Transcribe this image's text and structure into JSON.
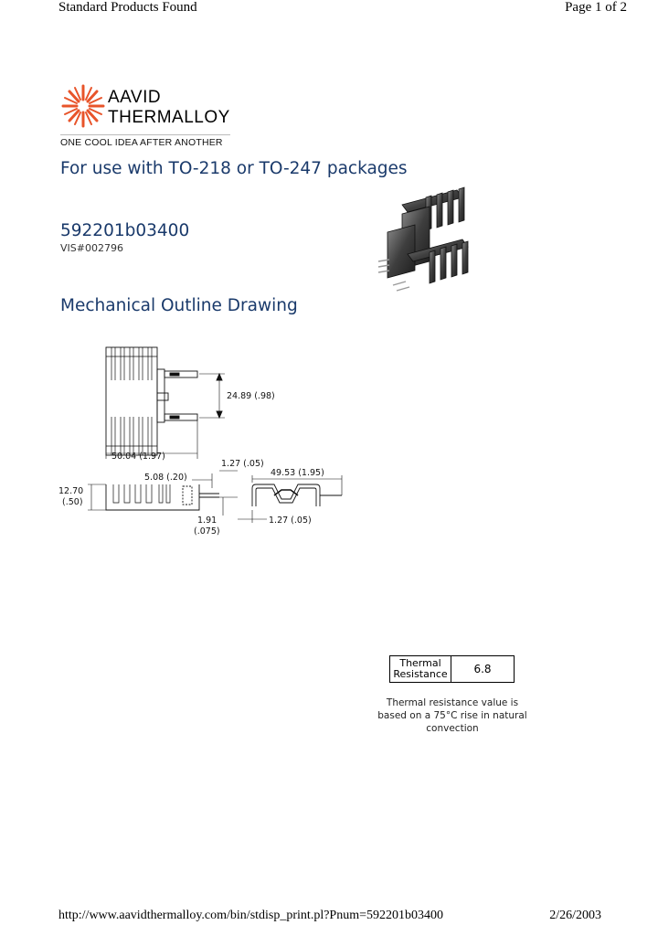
{
  "header": {
    "left": "Standard Products Found",
    "right": "Page 1 of 2"
  },
  "logo": {
    "line1": "AAVID",
    "line2": "THERMALLOY",
    "tagline": "ONE COOL IDEA AFTER ANOTHER",
    "color": "#e8542a"
  },
  "product": {
    "heading": "For use with TO-218 or TO-247 packages",
    "part_number": "592201b03400",
    "vis": "VIS#002796",
    "drawing_title": "Mechanical Outline Drawing"
  },
  "drawing": {
    "dim_height": "24.89 (.98)",
    "dim_width": "50.04 (1.97)",
    "dim_slot": "5.08 (.20)",
    "dim_tab_top": "1.27 (.05)",
    "dim_body_h1": "12.70",
    "dim_body_h2": "(.50)",
    "dim_pin_1": "1.91",
    "dim_pin_2": "(.075)",
    "dim_side_w": "49.53 (1.95)",
    "dim_side_t": "1.27 (.05)"
  },
  "thermal": {
    "label_line1": "Thermal",
    "label_line2": "Resistance",
    "value": "6.8",
    "note_line1": "Thermal resistance value is",
    "note_line2": "based on a 75°C rise in natural",
    "note_line3": "convection"
  },
  "footer": {
    "url": "http://www.aavidthermalloy.com/bin/stdisp_print.pl?Pnum=592201b03400",
    "date": "2/26/2003"
  }
}
